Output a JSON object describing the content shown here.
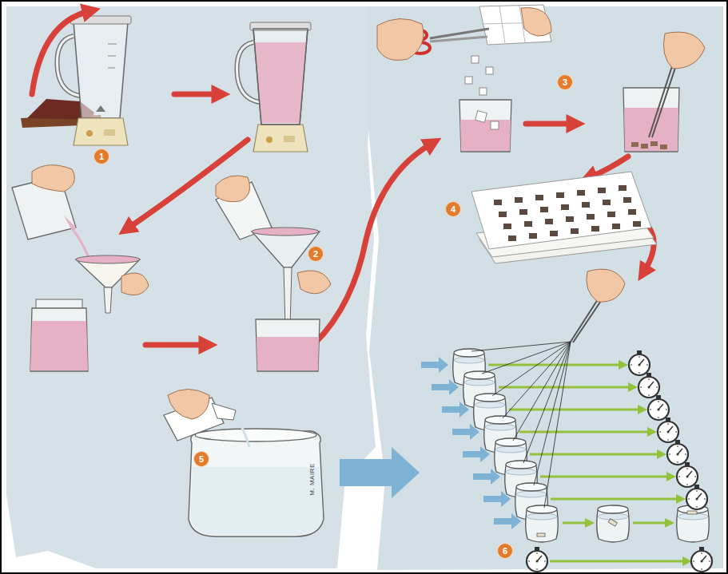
{
  "diagram": {
    "labels": [
      "1",
      "2",
      "3",
      "4",
      "5",
      "6",
      "M. MAIRE"
    ]
  }
}
